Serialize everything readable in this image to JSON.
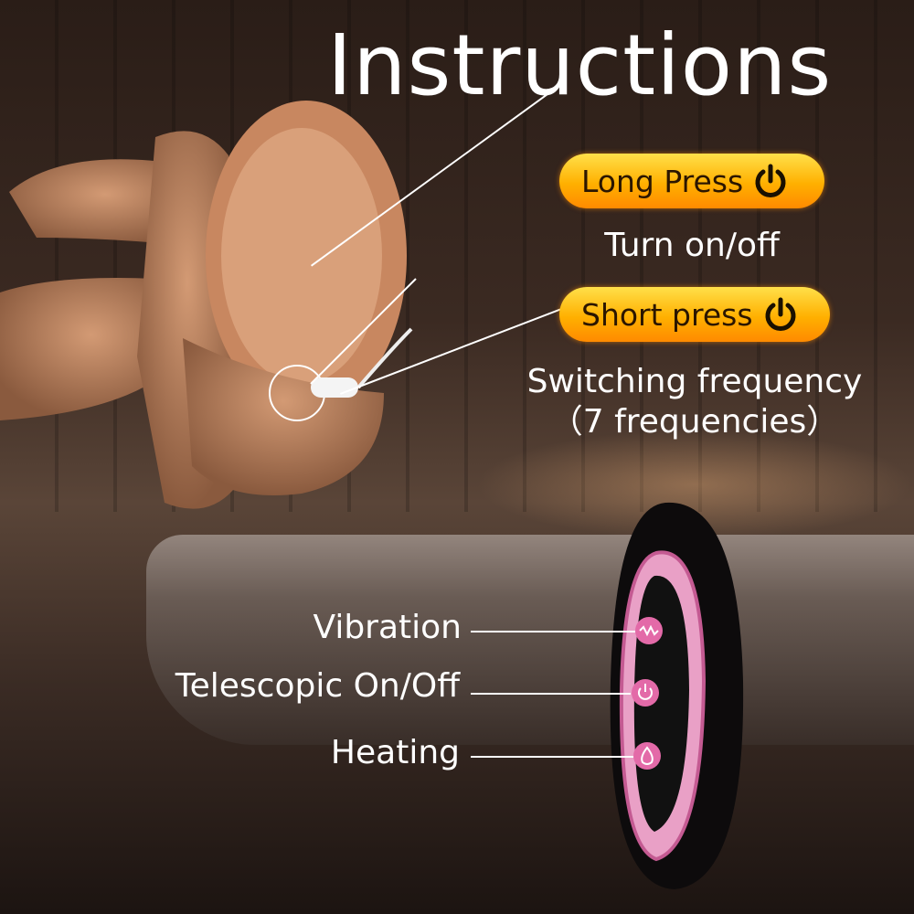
{
  "title": "Instructions",
  "controls": {
    "long_press": {
      "label": "Long Press",
      "icon": "power-icon",
      "description": "Turn on/off"
    },
    "short_press": {
      "label": "Short press",
      "icon": "power-icon",
      "description_line1": "Switching frequency",
      "description_line2": "（7 frequencies）"
    }
  },
  "remote_buttons": [
    {
      "label": "Vibration",
      "icon": "wave-icon"
    },
    {
      "label": "Telescopic On/Off",
      "icon": "power-icon"
    },
    {
      "label": "Heating",
      "icon": "flame-icon"
    }
  ],
  "colors": {
    "pill": "#ffb000",
    "remote_accent": "#e36aa8",
    "remote_body": "#0d0b0c"
  }
}
